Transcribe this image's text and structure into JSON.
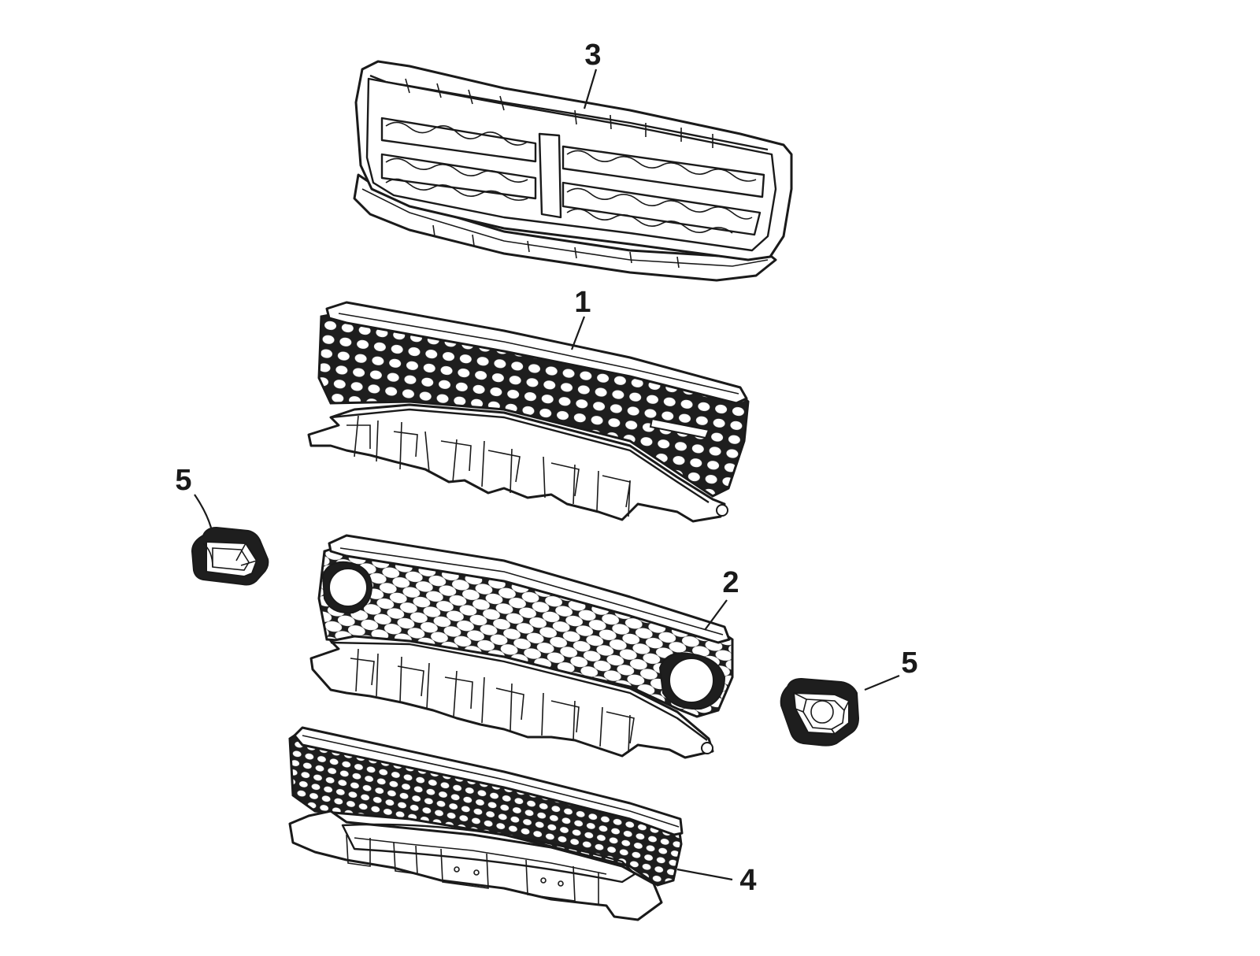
{
  "callouts": [
    {
      "id": "1",
      "label": "1"
    },
    {
      "id": "2",
      "label": "2"
    },
    {
      "id": "3",
      "label": "3"
    },
    {
      "id": "4",
      "label": "4"
    },
    {
      "id": "5-left",
      "label": "5"
    },
    {
      "id": "5-right",
      "label": "5"
    }
  ],
  "colors": {
    "line": "#1a1a1a",
    "background": "#ffffff"
  }
}
